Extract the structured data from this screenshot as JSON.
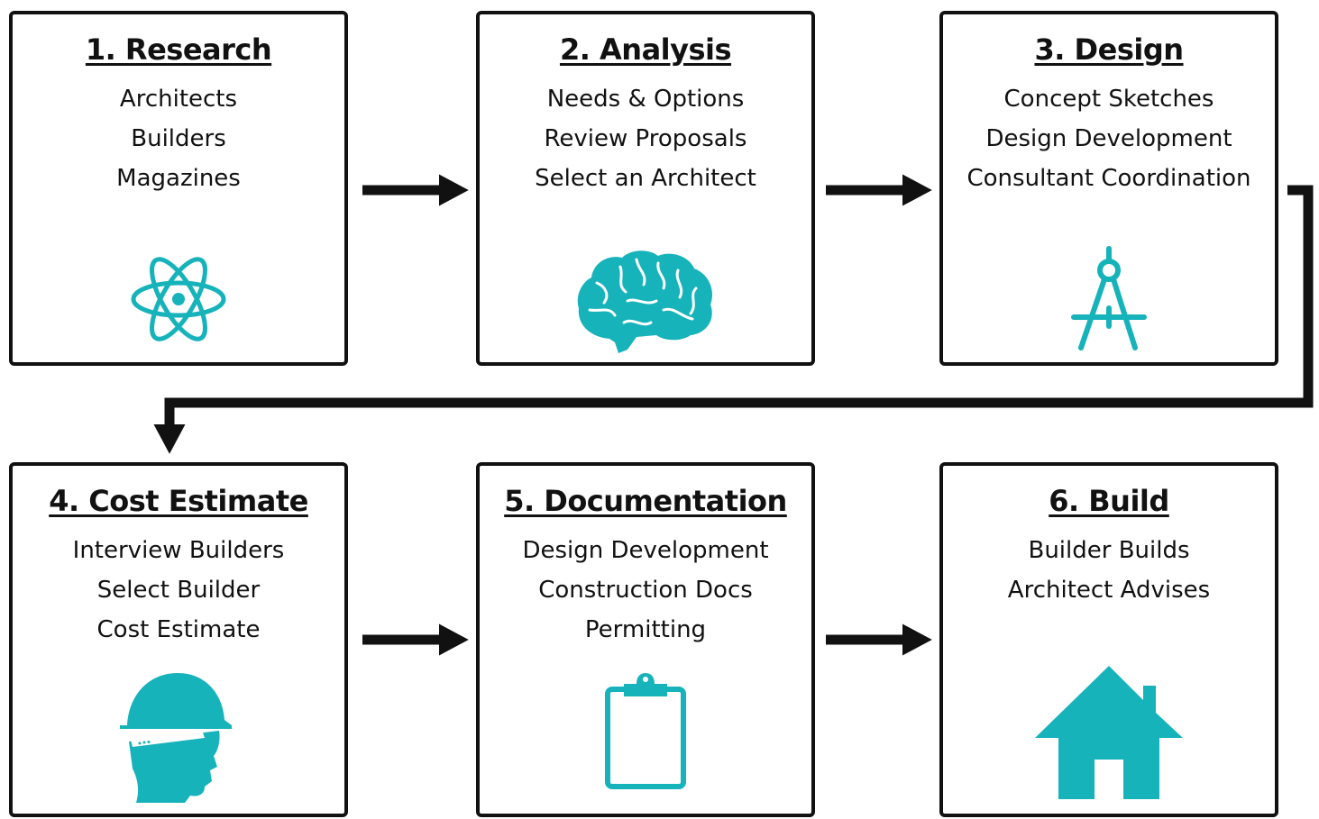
{
  "steps": [
    {
      "title": "1. Research",
      "items": [
        "Architects",
        "Builders",
        "Magazines"
      ],
      "icon": "atom-icon"
    },
    {
      "title": "2. Analysis",
      "items": [
        "Needs & Options",
        "Review Proposals",
        "Select an Architect"
      ],
      "icon": "brain-icon"
    },
    {
      "title": "3. Design",
      "items": [
        "Concept Sketches",
        "Design Development",
        "Consultant Coordination"
      ],
      "icon": "compass-icon"
    },
    {
      "title": "4. Cost Estimate",
      "items": [
        "Interview Builders",
        "Select Builder",
        "Cost Estimate"
      ],
      "icon": "hard-hat-head-icon"
    },
    {
      "title": "5. Documentation",
      "items": [
        "Design Development",
        "Construction Docs",
        "Permitting"
      ],
      "icon": "clipboard-icon"
    },
    {
      "title": "6. Build",
      "items": [
        "Builder Builds",
        "Architect Advises"
      ],
      "icon": "house-icon"
    }
  ],
  "colors": {
    "accent": "#16b3bb",
    "ink": "#111111"
  }
}
